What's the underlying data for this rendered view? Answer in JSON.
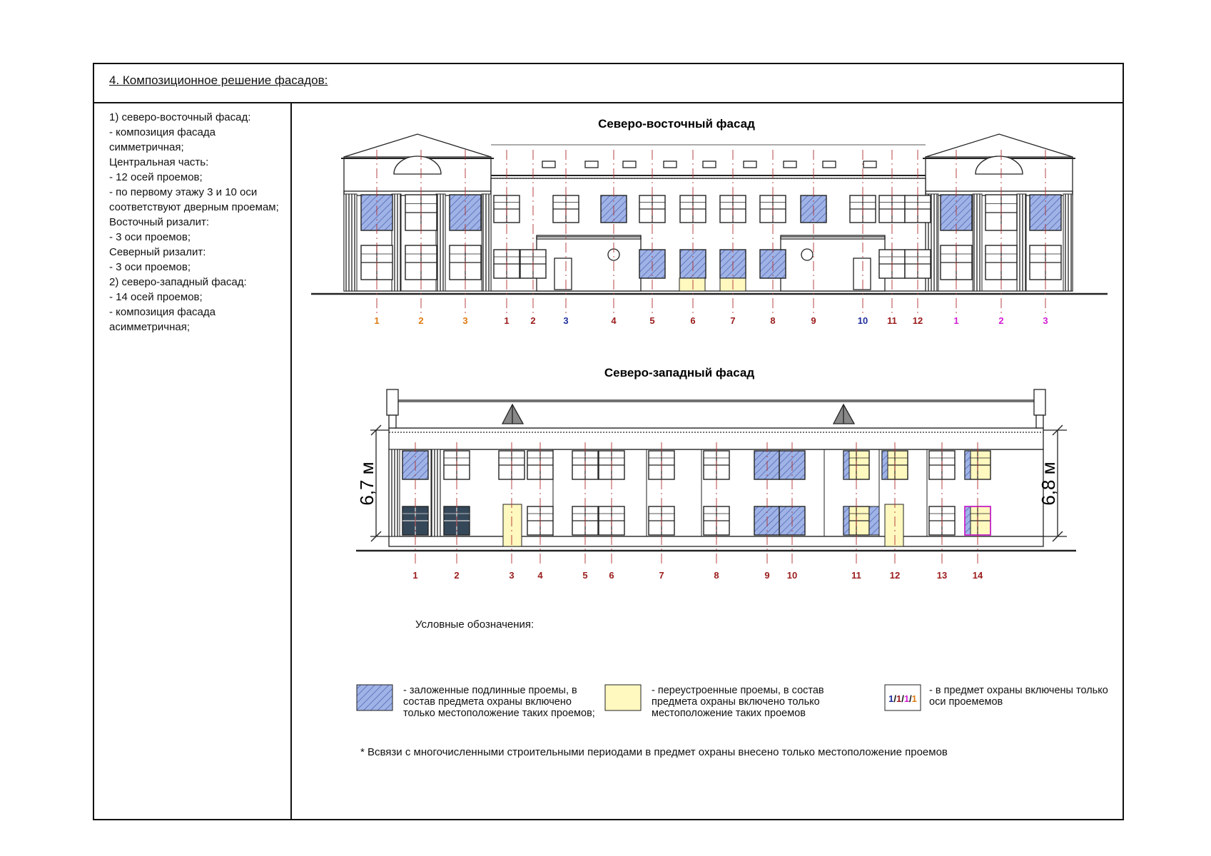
{
  "title": "4. Композиционное решение фасадов:",
  "description": [
    "1) северо-восточный фасад:",
    "- композиция фасада симметричная;",
    "Центральная часть:",
    "- 12 осей проемов;",
    "- по первому этажу 3 и 10 оси соответствуют дверным проемам;",
    "Восточный ризалит:",
    "- 3 оси проемов;",
    "Северный ризалит:",
    "- 3 оси проемов;",
    "2) северо-западный фасад:",
    "- 14 осей проемов;",
    "- композиция фасада асимметричная;"
  ],
  "ne_facade": {
    "title": "Северо-восточный фасад",
    "axis_labels": [
      {
        "text": "1",
        "color": "#e07a10"
      },
      {
        "text": "2",
        "color": "#e07a10"
      },
      {
        "text": "3",
        "color": "#e07a10"
      },
      {
        "text": "1",
        "color": "#9b1b1b"
      },
      {
        "text": "2",
        "color": "#9b1b1b"
      },
      {
        "text": "3",
        "color": "#1f2e9c"
      },
      {
        "text": "4",
        "color": "#9b1b1b"
      },
      {
        "text": "5",
        "color": "#9b1b1b"
      },
      {
        "text": "6",
        "color": "#9b1b1b"
      },
      {
        "text": "7",
        "color": "#9b1b1b"
      },
      {
        "text": "8",
        "color": "#9b1b1b"
      },
      {
        "text": "9",
        "color": "#9b1b1b"
      },
      {
        "text": "10",
        "color": "#1f2e9c"
      },
      {
        "text": "11",
        "color": "#9b1b1b"
      },
      {
        "text": "12",
        "color": "#9b1b1b"
      },
      {
        "text": "1",
        "color": "#d21bd2"
      },
      {
        "text": "2",
        "color": "#d21bd2"
      },
      {
        "text": "3",
        "color": "#d21bd2"
      }
    ]
  },
  "nw_facade": {
    "title": "Северо-западный фасад",
    "height_left": "6,7 м",
    "height_right": "6,8 м",
    "axis_labels": [
      "1",
      "2",
      "3",
      "4",
      "5",
      "6",
      "7",
      "8",
      "9",
      "10",
      "11",
      "12",
      "13",
      "14"
    ],
    "axis_color": "#9b1b1b"
  },
  "legend": {
    "title": "Условные обозначения:",
    "item1": "- заложенные подлинные проемы, в состав предмета охраны включено только местоположение таких проемов;",
    "item2": "- переустроенные проемы, в состав предмета охраны включено только местоположение таких проемов",
    "item3": "- в предмет охраны включены только оси проемемов",
    "item3_sample": [
      {
        "text": "1",
        "color": "#1f2e9c"
      },
      {
        "text": "/",
        "color": "#111111"
      },
      {
        "text": "1",
        "color": "#9b1b1b"
      },
      {
        "text": "/",
        "color": "#111111"
      },
      {
        "text": "1",
        "color": "#d21bd2"
      },
      {
        "text": "/",
        "color": "#111111"
      },
      {
        "text": "1",
        "color": "#e07a10"
      }
    ]
  },
  "footnote": "* Всвязи с многочисленными строительными периодами в предмет охраны внесено только местоположение проемов",
  "colors": {
    "hatch": "#9fb3e6",
    "yellow": "#fff8bf"
  }
}
